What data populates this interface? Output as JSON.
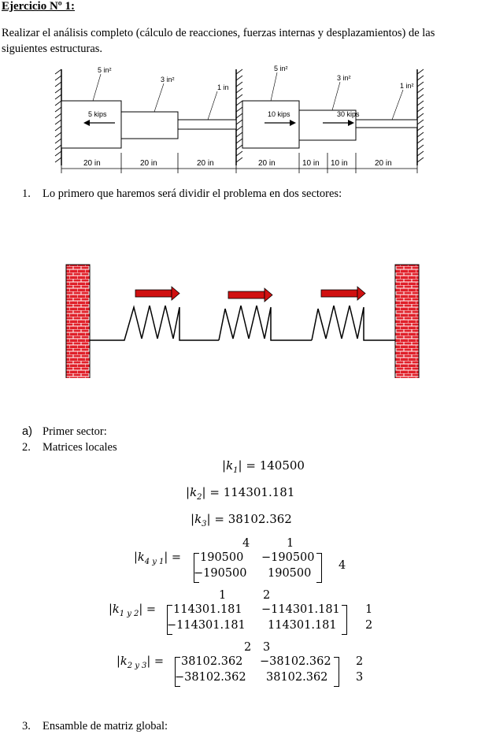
{
  "heading": "Ejercicio Nº 1:",
  "intro": "Realizar el análisis completo (cálculo de reacciones, fuerzas internas y desplazamientos) de las siguientes estructuras.",
  "figure1": {
    "areas": [
      "5 in²",
      "3 in²",
      "1 in",
      "5 in²",
      "3 in²",
      "1 in²"
    ],
    "loads": [
      "5 kips",
      "10 kips",
      "30 kips"
    ],
    "dims": [
      "20 in",
      "20 in",
      "20 in",
      "20 in",
      "10 in",
      "10 in",
      "20 in"
    ]
  },
  "step1": {
    "num": "1.",
    "text": "Lo primero que haremos será dividir el problema en dos sectores:"
  },
  "step_a": {
    "num": "a)",
    "text": "Primer sector:"
  },
  "step2": {
    "num": "2.",
    "text": "Matrices locales"
  },
  "k1": {
    "name": "k",
    "sub": "1",
    "value": "140500"
  },
  "k2": {
    "name": "k",
    "sub": "2",
    "value": "114301.181"
  },
  "k3": {
    "name": "k",
    "sub": "3",
    "value": "38102.362"
  },
  "m41": {
    "name": "k",
    "sub": "4 y 1",
    "cols": [
      "4",
      "1"
    ],
    "rows": [
      [
        "190500",
        "−190500"
      ],
      [
        "−190500",
        "190500"
      ]
    ],
    "rowlabels": [
      "4",
      ""
    ]
  },
  "m12": {
    "name": "k",
    "sub": "1 y 2",
    "cols": [
      "1",
      "2"
    ],
    "rows": [
      [
        "114301.181",
        "−114301.181"
      ],
      [
        "−114301.181",
        "114301.181"
      ]
    ],
    "rowlabels": [
      "1",
      "2"
    ]
  },
  "m23": {
    "name": "k",
    "sub": "2 y 3",
    "cols": [
      "2",
      "3"
    ],
    "rows": [
      [
        "38102.362",
        "−38102.362"
      ],
      [
        "−38102.362",
        "38102.362"
      ]
    ],
    "rowlabels": [
      "2",
      "3"
    ]
  },
  "step3": {
    "num": "3.",
    "text": "Ensamble de matriz global:"
  },
  "colors": {
    "brick": "#e0202a",
    "arrow": "#d01010"
  }
}
